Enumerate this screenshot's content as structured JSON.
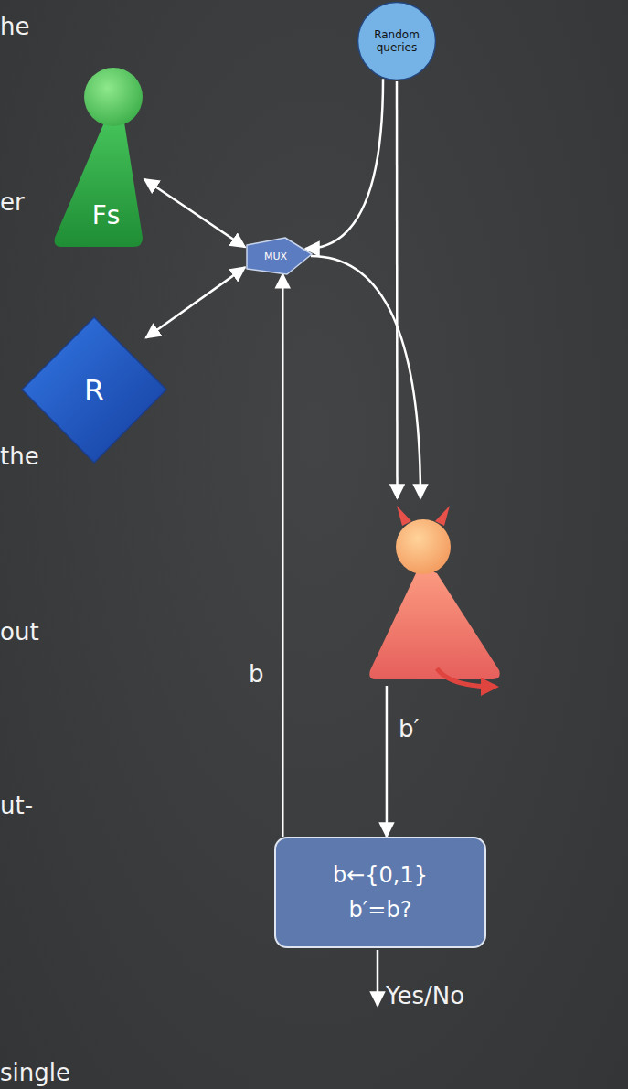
{
  "diagram": {
    "nodes": [
      {
        "text": [
          "Random queries"
        ]
      },
      {
        "text": [
          "Fs"
        ]
      },
      {
        "text": [
          "MUX"
        ]
      },
      {
        "text": [
          "R"
        ]
      },
      {
        "text": []
      },
      {
        "text": [
          "b←{0,1}",
          "b′=b?"
        ]
      }
    ],
    "edges": [
      {
        "from": 1,
        "to": 2,
        "arrow": "both"
      },
      {
        "from": 3,
        "to": 2,
        "arrow": "both"
      },
      {
        "from": 0,
        "to": 2,
        "arrow": "to"
      },
      {
        "from": 0,
        "to": 4,
        "arrow": "to"
      },
      {
        "from": 2,
        "to": 4,
        "arrow": "to"
      },
      {
        "from": 4,
        "to": 5,
        "label": "b′",
        "arrow": "to"
      },
      {
        "from": 5,
        "to": 2,
        "label": "b",
        "arrow": "to"
      }
    ],
    "labels": [
      "he",
      "er",
      "the",
      "out",
      "ut-",
      "single",
      "Yes/No"
    ]
  }
}
